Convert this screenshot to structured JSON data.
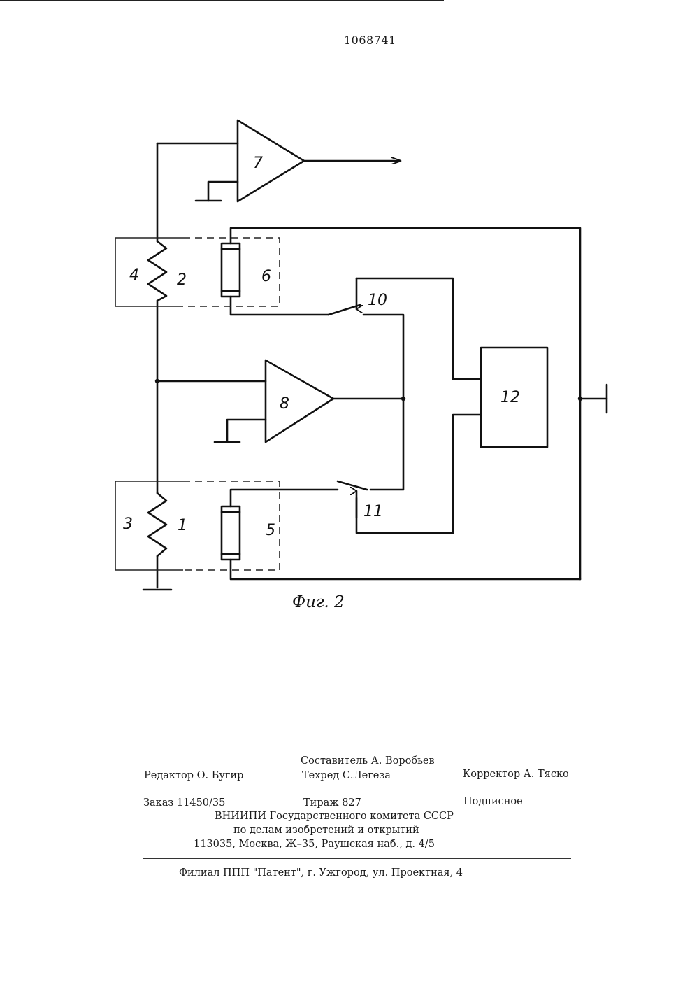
{
  "page_number": "1068741",
  "figure": {
    "caption": "Фиг. 2",
    "labels": {
      "resistor_1": "1",
      "resistor_2": "2",
      "block_3": "3",
      "block_4": "4",
      "element_5": "5",
      "element_6": "6",
      "amplifier_7": "7",
      "amplifier_8": "8",
      "switch_10": "10",
      "switch_11": "11",
      "block_12": "12"
    }
  },
  "imprint": {
    "compiler": "Составитель А. Воробьев",
    "editor": "Редактор О. Бугир",
    "techred": "Техред С.Легеза",
    "corrector": "Корректор А. Тяско",
    "order": "Заказ 11450/35",
    "print_run": "Тираж 827",
    "subscription": "Подписное",
    "org_line1": "ВНИИПИ Государственного комитета СССР",
    "org_line2": "по делам изобретений и открытий",
    "org_address": "113035, Москва, Ж–35, Раушская наб., д. 4/5",
    "branch": "Филиал ППП \"Патент\", г. Ужгород, ул. Проектная, 4"
  }
}
